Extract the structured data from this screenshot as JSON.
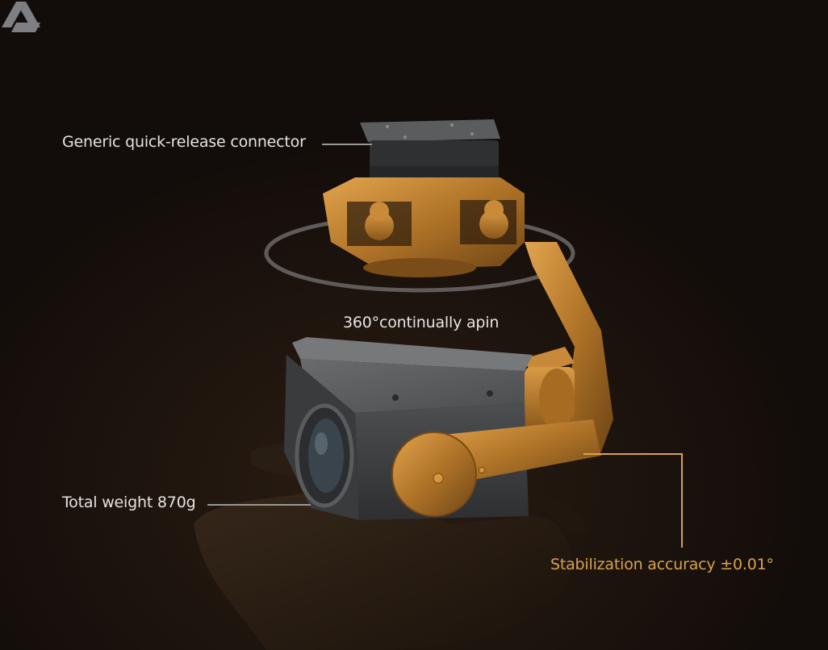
{
  "scene": {
    "background_color": "#120c0a",
    "subject": "gimbal camera held over a hand",
    "accent_color": "#d9a24e",
    "metal_color": "#b77a2a",
    "camera_body_color": "#4a4b4d"
  },
  "callouts": {
    "connector": {
      "text": "Generic quick-release connector"
    },
    "rotation": {
      "text": "360°continually apin"
    },
    "weight": {
      "text": "Total weight 870g"
    },
    "stabilization": {
      "text": "Stabilization accuracy ±0.01°"
    }
  },
  "logo": {
    "icon": "triangle-brand-logo-icon",
    "color": "#7d7f82"
  }
}
